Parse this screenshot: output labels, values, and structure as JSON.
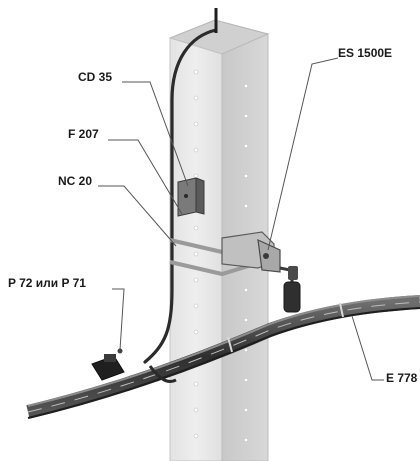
{
  "callouts": {
    "cd35": "CD 35",
    "f207": "F 207",
    "nc20": "NC 20",
    "p72": "P 72 или P 71",
    "es1500e": "ES 1500E",
    "e778": "E 778"
  }
}
